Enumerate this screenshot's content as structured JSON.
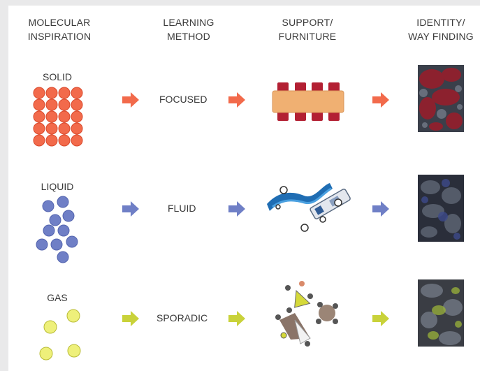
{
  "headers": {
    "molecular": "MOLECULAR\nINSPIRATION",
    "learning": "LEARNING\nMETHOD",
    "support": "SUPPORT/\nFURNITURE",
    "identity": "IDENTITY/\nWAY FINDING"
  },
  "rows": [
    {
      "state": "SOLID",
      "method": "FOCUSED",
      "color": "#f26a4b",
      "icon": "solid-molecule-grid"
    },
    {
      "state": "LIQUID",
      "method": "FLUID",
      "color": "#6f7fc6",
      "icon": "liquid-molecule-cluster"
    },
    {
      "state": "GAS",
      "method": "SPORADIC",
      "color": "#c9d23a",
      "icon": "gas-molecule-scatter"
    }
  ],
  "colors": {
    "solid": "#f26a4b",
    "liquid": "#6f7fc6",
    "gas": "#c9d23a",
    "gas_fill": "#eef07a"
  }
}
